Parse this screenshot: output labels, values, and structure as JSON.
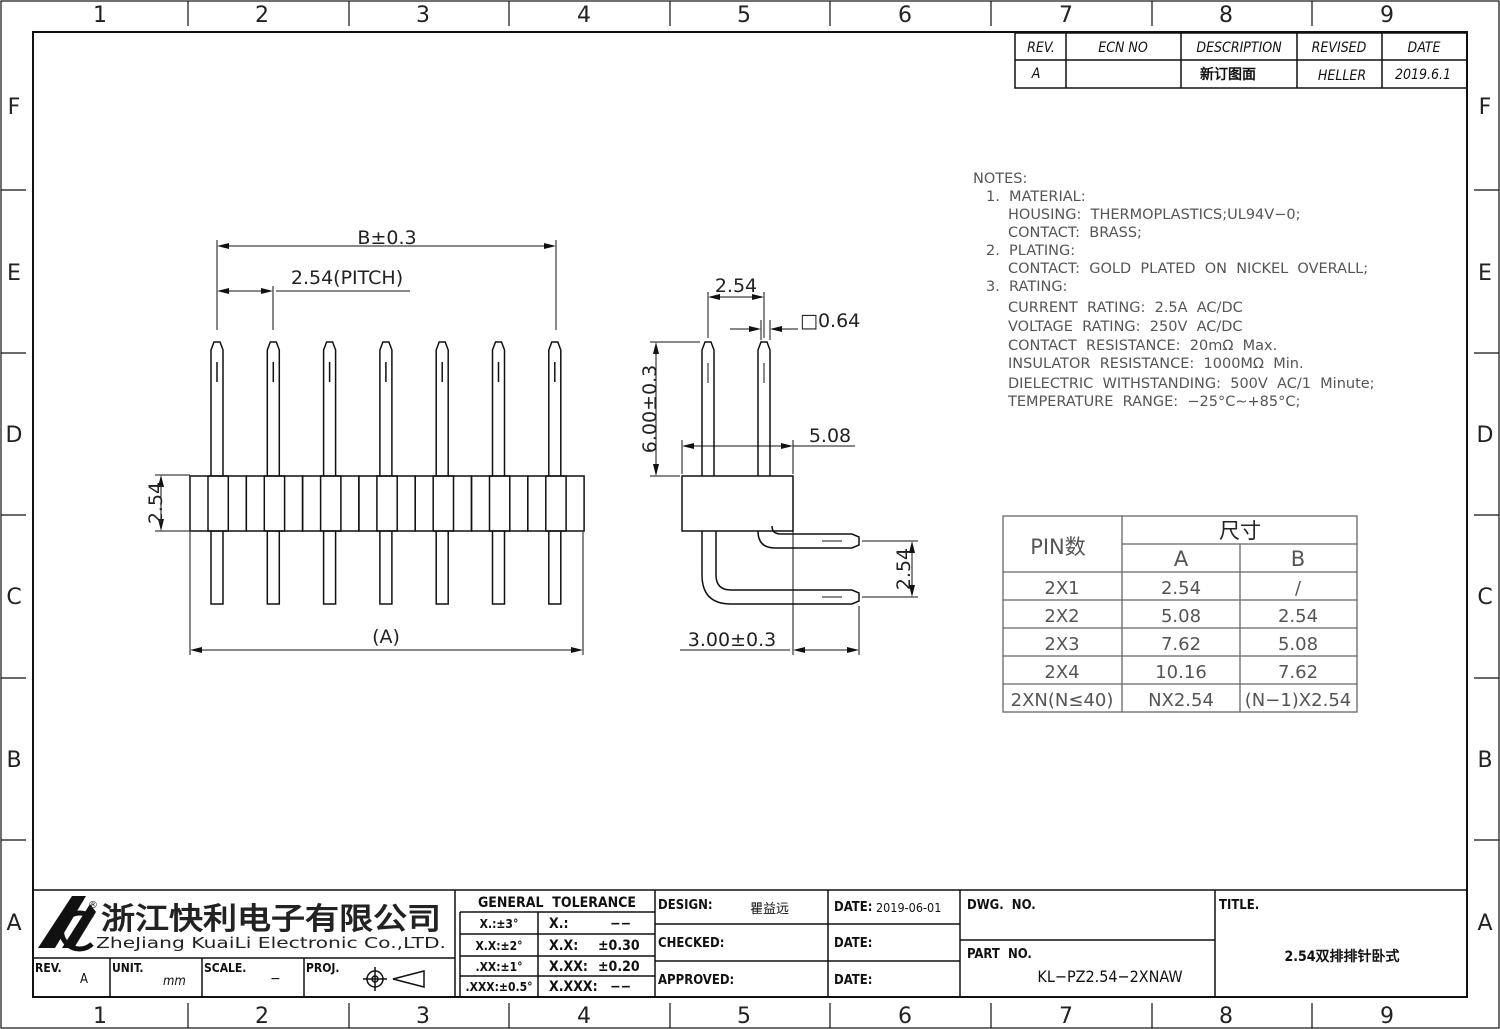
{
  "zones": {
    "columns": [
      "1",
      "2",
      "3",
      "4",
      "5",
      "6",
      "7",
      "8",
      "9"
    ],
    "rows": [
      "F",
      "E",
      "D",
      "C",
      "B",
      "A"
    ]
  },
  "revision_table": {
    "headers": [
      "REV.",
      "ECN  NO",
      "DESCRIPTION",
      "REVISED",
      "DATE"
    ],
    "row": [
      "A",
      "",
      "新订图面",
      "HELLER",
      "2019.6.1"
    ]
  },
  "notes": [
    "NOTES:",
    "1.  MATERIAL:",
    "HOUSING:  THERMOPLASTICS;UL94V−0;",
    "CONTACT:  BRASS;",
    "2.  PLATING:",
    "CONTACT:  GOLD  PLATED  ON  NICKEL  OVERALL;",
    "3.  RATING:",
    "CURRENT  RATING:  2.5A  AC/DC",
    "VOLTAGE  RATING:  250V  AC/DC",
    "CONTACT  RESISTANCE:  20mΩ  Max.",
    "INSULATOR  RESISTANCE:  1000MΩ  Min.",
    "DIELECTRIC  WITHSTANDING:  500V  AC/1  Minute;",
    "TEMPERATURE  RANGE:  −25°C∼+85°C;"
  ],
  "dimensions": {
    "front": {
      "b_span": "B±0.3",
      "pitch": "2.54(PITCH)",
      "height": "2.54",
      "a_span": "(A)"
    },
    "side": {
      "pitch": "2.54",
      "pin_size": "□0.64",
      "pin_height": "6.00±0.3",
      "depth": "5.08",
      "row_pitch": "2.54",
      "tail": "3.00±0.3"
    }
  },
  "size_table": {
    "pin_header": "PIN数",
    "size_header": "尺寸",
    "col_a": "A",
    "col_b": "B",
    "rows": [
      [
        "2X1",
        "2.54",
        "/"
      ],
      [
        "2X2",
        "5.08",
        "2.54"
      ],
      [
        "2X3",
        "7.62",
        "5.08"
      ],
      [
        "2X4",
        "10.16",
        "7.62"
      ],
      [
        "2XN(N≤40)",
        "NX2.54",
        "(N−1)X2.54"
      ]
    ]
  },
  "title_block": {
    "company_cn": "浙江快利电子有限公司",
    "company_en": "ZheJiang KuaiLi Electronic Co.,LTD.",
    "rev_label": "REV.",
    "rev_value": "A",
    "unit_label": "UNIT.",
    "unit_value": "mm",
    "scale_label": "SCALE.",
    "scale_value": "−",
    "proj_label": "PROJ.",
    "tolerance_title": "GENERAL  TOLERANCE",
    "tolerance_angles": [
      "X.:±3°",
      "X.X:±2°",
      ".XX:±1°",
      ".XXX:±0.5°"
    ],
    "tolerance_linear": [
      [
        "X.:",
        "−−"
      ],
      [
        "X.X:",
        "±0.30"
      ],
      [
        "X.XX:",
        "±0.20"
      ],
      [
        "X.XXX:",
        "−−"
      ]
    ],
    "design_label": "DESIGN:",
    "design_value": "瞿益远",
    "checked_label": "CHECKED:",
    "approved_label": "APPROVED:",
    "date_label": "DATE:",
    "design_date": "2019-06-01",
    "dwg_label": "DWG.  NO.",
    "part_label": "PART  NO.",
    "part_value": "KL−PZ2.54−2XNAW",
    "title_label": "TITLE.",
    "title_value": "2.54双排排针卧式"
  }
}
